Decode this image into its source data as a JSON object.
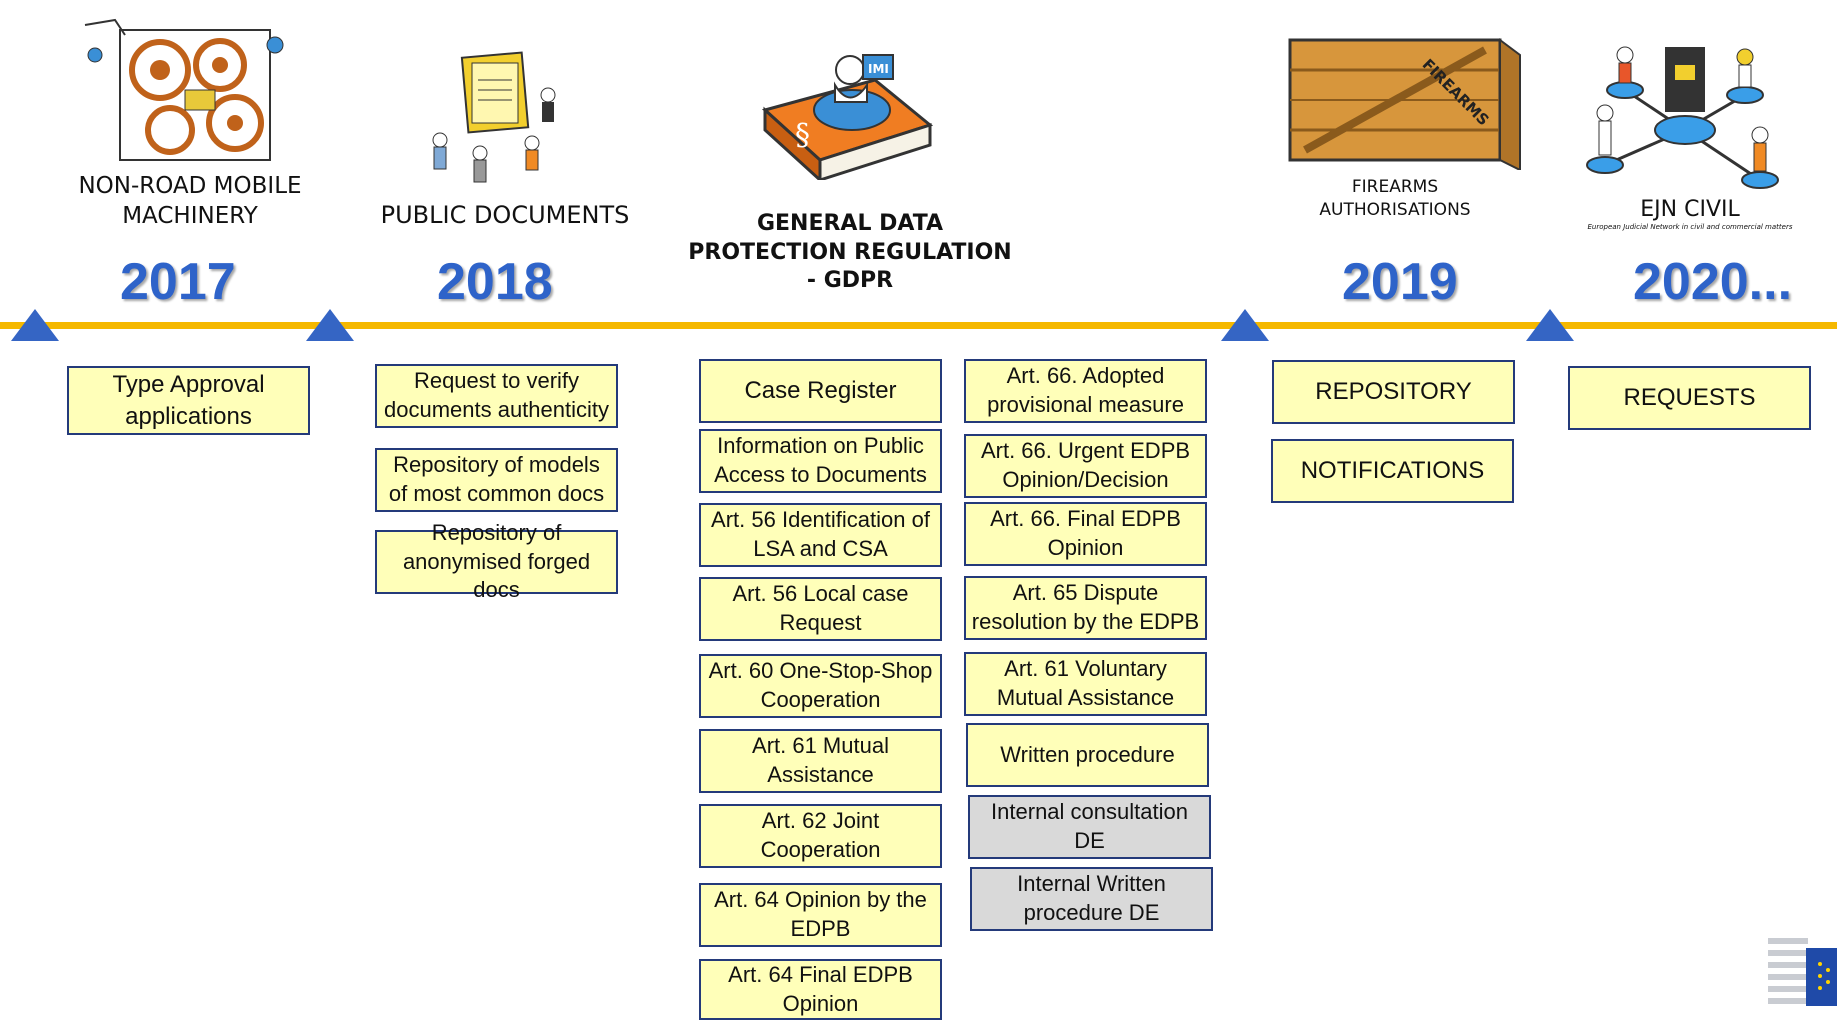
{
  "colors": {
    "year": "#2e63c9",
    "timeline": "#f5b800",
    "marker": "#3565c4",
    "box_fill": "#ffffb9",
    "box_grey": "#d9d9d9",
    "box_border": "#243a7a"
  },
  "captions": {
    "nrmm": "NON-ROAD MOBILE MACHINERY",
    "public_docs": "PUBLIC DOCUMENTS",
    "gdpr": "GENERAL DATA PROTECTION REGULATION - GDPR",
    "firearms": "FIREARMS AUTHORISATIONS",
    "ejn": "EJN CIVIL",
    "ejn_sub": "European Judicial Network in civil and commercial matters",
    "crate_label": "FIREARMS",
    "imi_label": "IMI"
  },
  "years": {
    "y2017": "2017",
    "y2018": "2018",
    "y2019": "2019",
    "y2020": "2020..."
  },
  "boxes": {
    "nrmm": {
      "b1": "Type Approval applications"
    },
    "public_docs": {
      "b1": "Request to verify documents authenticity",
      "b2": "Repository of models of most common docs",
      "b3": "Repository of anonymised forged docs"
    },
    "gdpr_left": {
      "b1": "Case Register",
      "b2": "Information on Public Access to Documents",
      "b3": "Art. 56 Identification of LSA and CSA",
      "b4": "Art. 56 Local case Request",
      "b5": "Art. 60 One-Stop-Shop Cooperation",
      "b6": "Art. 61 Mutual Assistance",
      "b7": "Art. 62 Joint Cooperation",
      "b8": "Art. 64 Opinion by the EDPB",
      "b9": "Art. 64 Final EDPB Opinion"
    },
    "gdpr_right": {
      "b1": "Art. 66. Adopted provisional measure",
      "b2": "Art. 66. Urgent EDPB Opinion/Decision",
      "b3": "Art. 66. Final EDPB Opinion",
      "b4": "Art. 65 Dispute resolution by the EDPB",
      "b5": "Art. 61 Voluntary Mutual Assistance",
      "b6": "Written procedure",
      "b7": "Internal consultation DE",
      "b8": "Internal Written procedure DE"
    },
    "firearms": {
      "b1": "REPOSITORY",
      "b2": "NOTIFICATIONS"
    },
    "ejn": {
      "b1": "REQUESTS"
    }
  }
}
